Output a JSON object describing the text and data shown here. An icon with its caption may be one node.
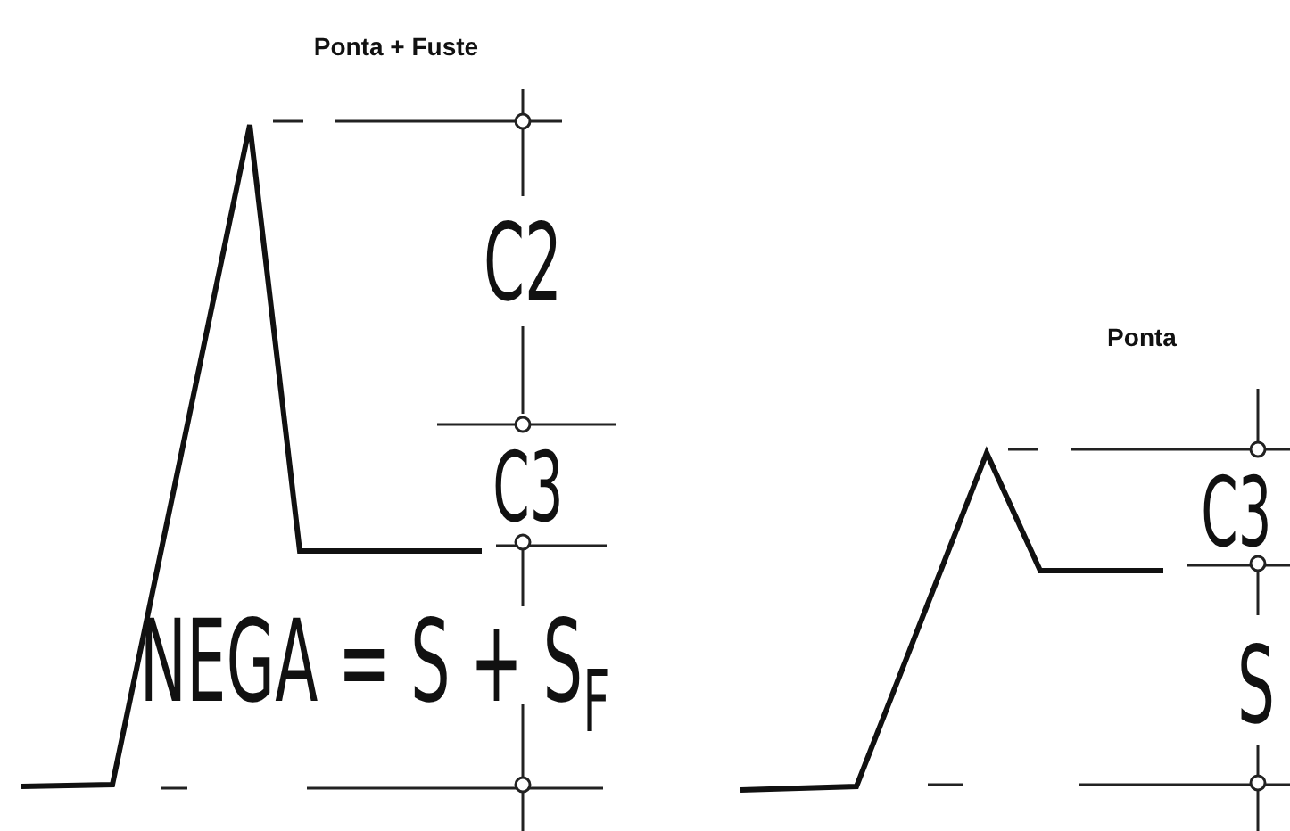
{
  "diagram": {
    "labels": [
      "Ponta + Fuste",
      "C2",
      "Ponta",
      "C3",
      "C3",
      "NEGA = S + S$_{F}$",
      "S"
    ]
  }
}
